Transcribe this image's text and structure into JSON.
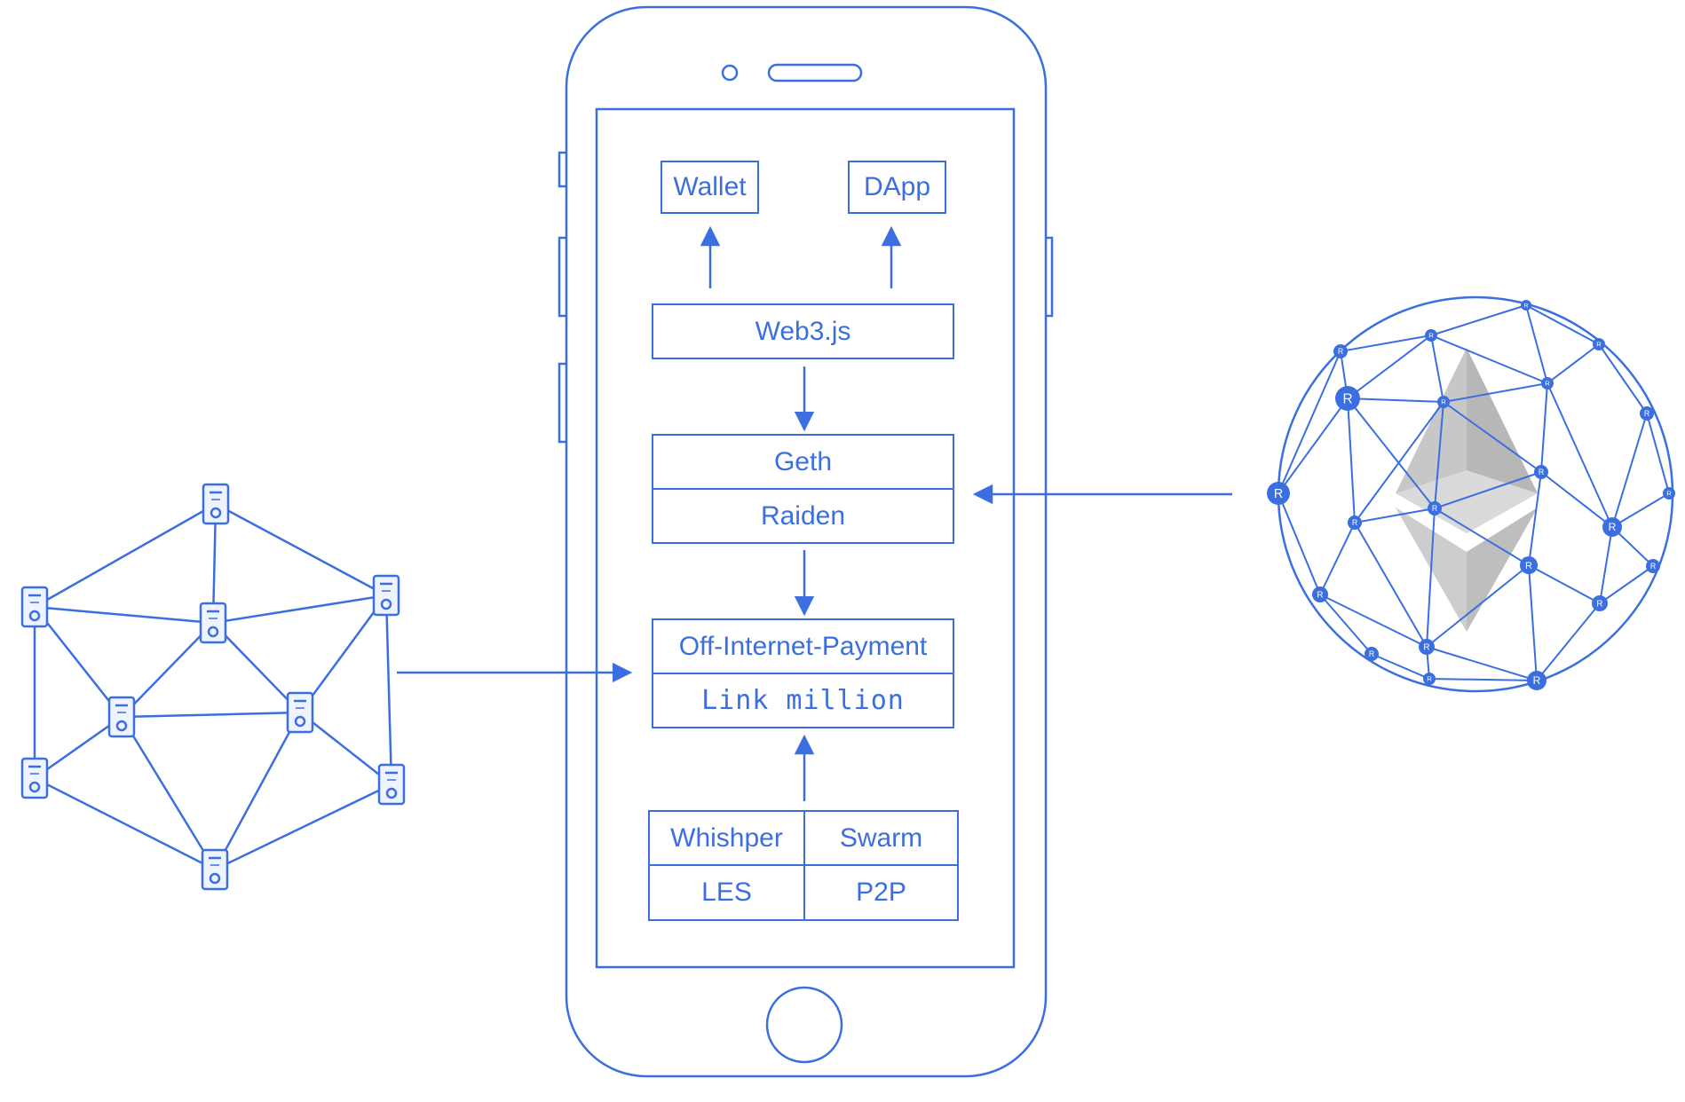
{
  "colors": {
    "accent": "#3b6fe0",
    "background": "#ffffff",
    "eth_logo": "#9a9a9a"
  },
  "node_letter": "R",
  "phone": {
    "top": {
      "wallet": "Wallet",
      "dapp": "DApp"
    },
    "web3": "Web3.js",
    "stack1": {
      "geth": "Geth",
      "raiden": "Raiden"
    },
    "stack2": {
      "payment": "Off-Internet-Payment",
      "link": "Link million"
    },
    "protocols": {
      "whisper": "Whishper",
      "swarm": "Swarm",
      "les": "LES",
      "p2p": "P2P"
    }
  }
}
